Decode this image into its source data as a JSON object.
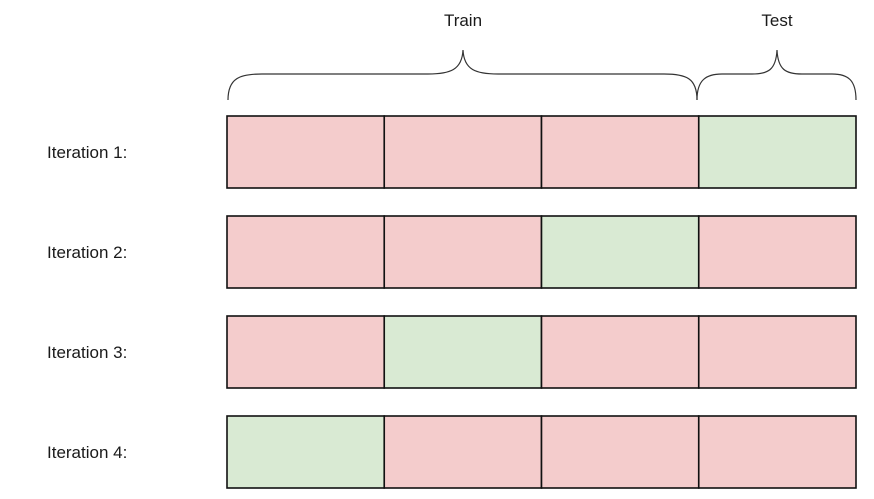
{
  "header": {
    "train_label": "Train",
    "test_label": "Test"
  },
  "colors": {
    "train": "#f4cccc",
    "test": "#d9ead3",
    "border": "#111111"
  },
  "iterations": [
    {
      "label": "Iteration 1:",
      "test_fold": 4
    },
    {
      "label": "Iteration 2:",
      "test_fold": 3
    },
    {
      "label": "Iteration 3:",
      "test_fold": 2
    },
    {
      "label": "Iteration 4:",
      "test_fold": 1
    }
  ],
  "folds_per_iteration": 4
}
